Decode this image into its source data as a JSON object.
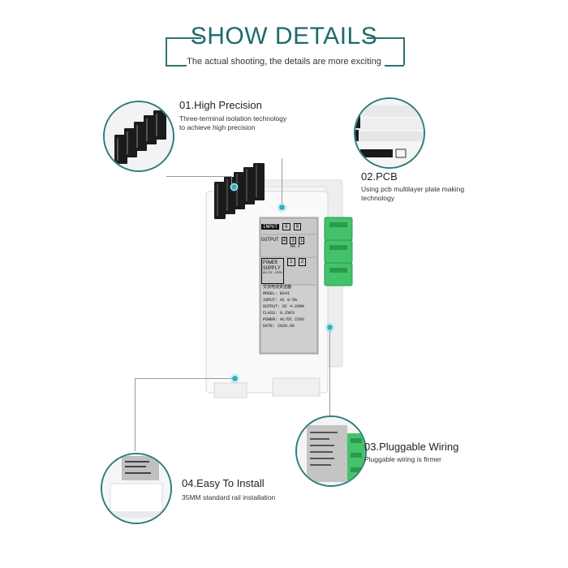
{
  "header": {
    "title": "SHOW DETAILS",
    "subtitle": "The actual shooting, the details are more exciting"
  },
  "features": [
    {
      "title": "01.High Precision",
      "desc_line1": "Three-terminal isolation technology",
      "desc_line2": "to achieve high precision"
    },
    {
      "title": "02.PCB",
      "desc_line1": "Using pcb multilayer plate making",
      "desc_line2": "technology"
    },
    {
      "title": "03.Pluggable Wiring",
      "desc_line1": "Pluggable wiring is firmer",
      "desc_line2": ""
    },
    {
      "title": "04.Easy To Install",
      "desc_line1": "35MM standard rail installation",
      "desc_line2": ""
    }
  ],
  "label": {
    "input": "INPUT",
    "input_terms": [
      "6",
      "8"
    ],
    "output": "OUTPUT",
    "output_terms": [
      "4",
      "3",
      "1"
    ],
    "output_sub": "MA  V",
    "power": "POWER",
    "supply": "SUPPLY",
    "power_sub": "AC/DC 220V",
    "power_terms": [
      "1",
      "2"
    ],
    "cn_title": "交流电流变送器",
    "model": "MODEL: BS4I",
    "input_spec": "INPUT: AC  0-5A",
    "output_spec": "OUTPUT:  DC 4-20MA",
    "class_spec": "CLASS:    0.2%FS",
    "power_spec": "POWER: AC/DC 220V",
    "date_spec": "DATE:    2020.06"
  },
  "colors": {
    "accent": "#2e7b7b",
    "connector_green": "#3fbf5f",
    "terminal_black": "#1a1a1a",
    "label_gray": "#a8a8a8"
  }
}
